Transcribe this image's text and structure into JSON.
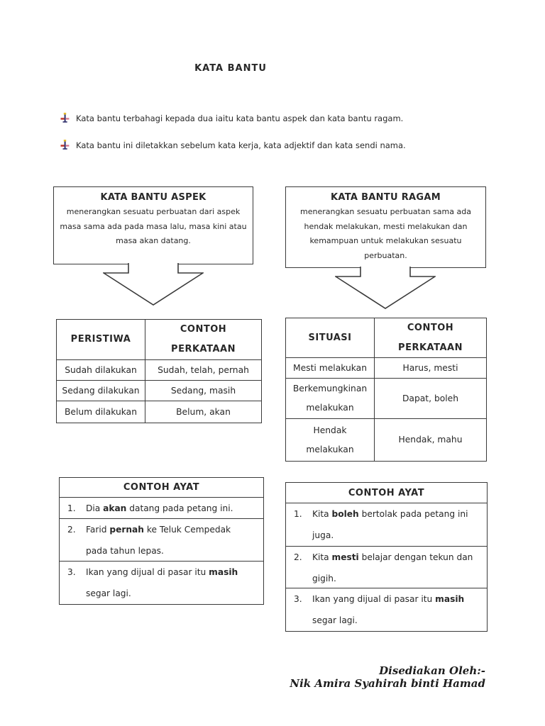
{
  "page": {
    "title": "KATA BANTU",
    "background": "#ffffff",
    "border_color": "#3a3a3a"
  },
  "intro": {
    "bullets": [
      "Kata bantu terbahagi kepada dua iaitu kata bantu aspek dan kata bantu ragam.",
      "Kata bantu ini diletakkan sebelum kata kerja, kata adjektif dan kata sendi nama."
    ],
    "bullet_icon": {
      "name": "arrow-bullet-icon",
      "navy": "#2e2e6b",
      "red": "#c23a2e",
      "pink": "#d4728a",
      "yellow": "#e6bd2f"
    }
  },
  "aspek": {
    "box": {
      "title": "KATA BANTU ASPEK",
      "body": "menerangkan sesuatu perbuatan dari aspek\nmasa sama ada pada masa lalu, masa kini atau\nmasa akan datang."
    },
    "table": {
      "col1_header": "PERISTIWA",
      "col2_header": "CONTOH\nPERKATAAN",
      "rows": [
        {
          "c1": "Sudah dilakukan",
          "c2": "Sudah, telah, pernah"
        },
        {
          "c1": "Sedang dilakukan",
          "c2": "Sedang, masih"
        },
        {
          "c1": "Belum dilakukan",
          "c2": "Belum, akan"
        }
      ]
    },
    "ayat": {
      "title": "CONTOH AYAT",
      "items": [
        {
          "num": "1.",
          "pre": "Dia ",
          "bold": "akan",
          "post": " datang pada petang ini."
        },
        {
          "num": "2.",
          "pre": "Farid ",
          "bold": "pernah",
          "post": " ke Teluk Cempedak\npada tahun lepas."
        },
        {
          "num": "3.",
          "pre": "Ikan yang dijual di pasar itu ",
          "bold": "masih",
          "post": "\nsegar lagi."
        }
      ]
    }
  },
  "ragam": {
    "box": {
      "title": "KATA BANTU RAGAM",
      "body": "menerangkan sesuatu perbuatan sama ada\nhendak melakukan, mesti melakukan dan\nkemampuan untuk melakukan sesuatu\nperbuatan."
    },
    "table": {
      "col1_header": "SITUASI",
      "col2_header": "CONTOH\nPERKATAAN",
      "rows": [
        {
          "c1": "Mesti melakukan",
          "c2": "Harus, mesti"
        },
        {
          "c1": "Berkemungkinan\nmelakukan",
          "c2": "Dapat, boleh"
        },
        {
          "c1": "Hendak\nmelakukan",
          "c2": "Hendak, mahu"
        }
      ]
    },
    "ayat": {
      "title": "CONTOH AYAT",
      "items": [
        {
          "num": "1.",
          "pre": "Kita ",
          "bold": "boleh",
          "post": " bertolak pada petang ini\njuga."
        },
        {
          "num": "2.",
          "pre": "Kita ",
          "bold": "mesti",
          "post": " belajar dengan tekun dan\ngigih."
        },
        {
          "num": "3.",
          "pre": "Ikan yang dijual di pasar itu ",
          "bold": "masih",
          "post": "\nsegar lagi."
        }
      ]
    }
  },
  "footer": {
    "line1": "Disediakan Oleh:-",
    "line2": "Nik Amira Syahirah binti Hamad"
  }
}
